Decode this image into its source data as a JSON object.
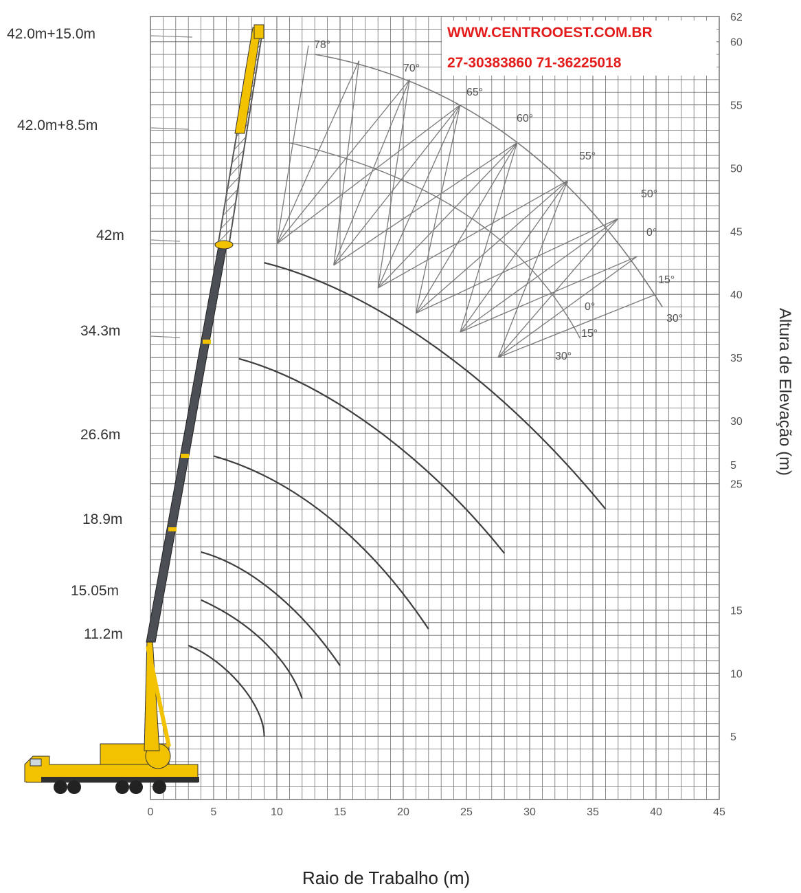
{
  "chart_data": {
    "type": "range-chart",
    "xlabel": "Raio de Trabalho (m)",
    "ylabel": "Altura de Elevação (m)",
    "xlim": [
      0,
      45
    ],
    "ylim": [
      0,
      62
    ],
    "x_ticks": [
      "0",
      "5",
      "10",
      "15",
      "20",
      "25",
      "30",
      "35",
      "40",
      "45"
    ],
    "y_ticks": [
      {
        "value": 5,
        "label": "5"
      },
      {
        "value": 10,
        "label": "10"
      },
      {
        "value": 15,
        "label": "15"
      },
      {
        "value": 25,
        "label": "25"
      },
      {
        "value": 26.5,
        "label": "5"
      },
      {
        "value": 30,
        "label": "30"
      },
      {
        "value": 35,
        "label": "35"
      },
      {
        "value": 40,
        "label": "40"
      },
      {
        "value": 45,
        "label": "45"
      },
      {
        "value": 50,
        "label": "50"
      },
      {
        "value": 55,
        "label": "55"
      },
      {
        "value": 60,
        "label": "60"
      },
      {
        "value": 62,
        "label": "62"
      }
    ],
    "boom_lengths": [
      "42.0m+15.0m",
      "42.0m+8.5m",
      "42m",
      "34.3m",
      "26.6m",
      "18.9m",
      "15.05m",
      "11.2m"
    ],
    "boom_arcs": [
      {
        "boom": "11.2m",
        "points": [
          [
            3,
            12.2
          ],
          [
            6,
            11
          ],
          [
            9,
            7.5
          ],
          [
            9,
            5
          ]
        ]
      },
      {
        "boom": "15.05m",
        "points": [
          [
            4,
            15.8
          ],
          [
            8,
            14
          ],
          [
            11,
            11
          ],
          [
            12,
            8
          ]
        ]
      },
      {
        "boom": "18.9m",
        "points": [
          [
            4,
            19.6
          ],
          [
            8,
            18.5
          ],
          [
            12,
            15
          ],
          [
            15,
            10.6
          ]
        ]
      },
      {
        "boom": "26.6m",
        "points": [
          [
            5,
            27.2
          ],
          [
            11,
            25.5
          ],
          [
            17,
            21
          ],
          [
            22,
            13.5
          ]
        ]
      },
      {
        "boom": "34.3m",
        "points": [
          [
            7,
            34.9
          ],
          [
            14,
            33
          ],
          [
            22,
            27
          ],
          [
            28,
            19.5
          ]
        ]
      },
      {
        "boom": "42m",
        "points": [
          [
            9,
            42.5
          ],
          [
            17,
            40.5
          ],
          [
            27,
            34
          ],
          [
            36,
            23
          ]
        ]
      }
    ],
    "jib_angle_labels": [
      "78°",
      "70°",
      "65°",
      "60°",
      "55°",
      "50°",
      "0°",
      "15°",
      "30°",
      "0°",
      "15°",
      "30°"
    ],
    "contact": [
      "WWW.CENTROOEST.COM.BR",
      "27-30383860 71-36225018"
    ],
    "colors": {
      "boom": "#f2c200",
      "boom_section": "#4b4e55",
      "grid": "#6d6d6d",
      "contact_text": "#e41b1b"
    }
  }
}
